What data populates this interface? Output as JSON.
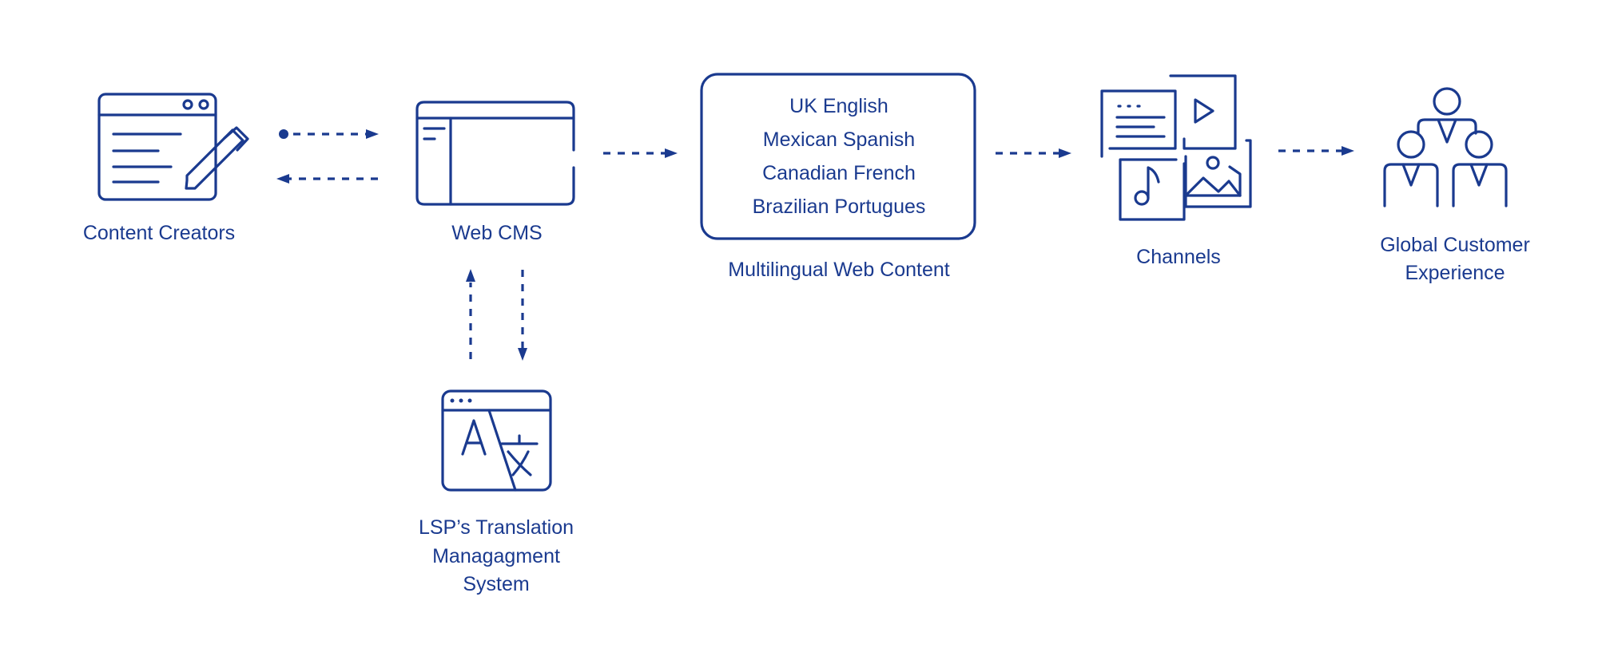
{
  "colors": {
    "ink": "#1a3a8f",
    "background": "#ffffff"
  },
  "nodes": {
    "content_creators": {
      "label": "Content Creators",
      "icon": "document-edit-icon"
    },
    "web_cms": {
      "label": "Web CMS",
      "icon": "browser-window-icon"
    },
    "multilingual": {
      "label": "Multilingual Web Content",
      "languages": [
        "UK English",
        "Mexican Spanish",
        "Canadian French",
        "Brazilian Portugues"
      ]
    },
    "channels": {
      "label": "Channels",
      "icon": "media-channels-icon"
    },
    "global": {
      "label_line1": "Global Customer",
      "label_line2": "Experience",
      "icon": "people-group-icon"
    },
    "lsp": {
      "label_line1": "LSP’s Translation",
      "label_line2": "Managagment",
      "label_line3": "System",
      "icon": "translate-icon"
    }
  }
}
